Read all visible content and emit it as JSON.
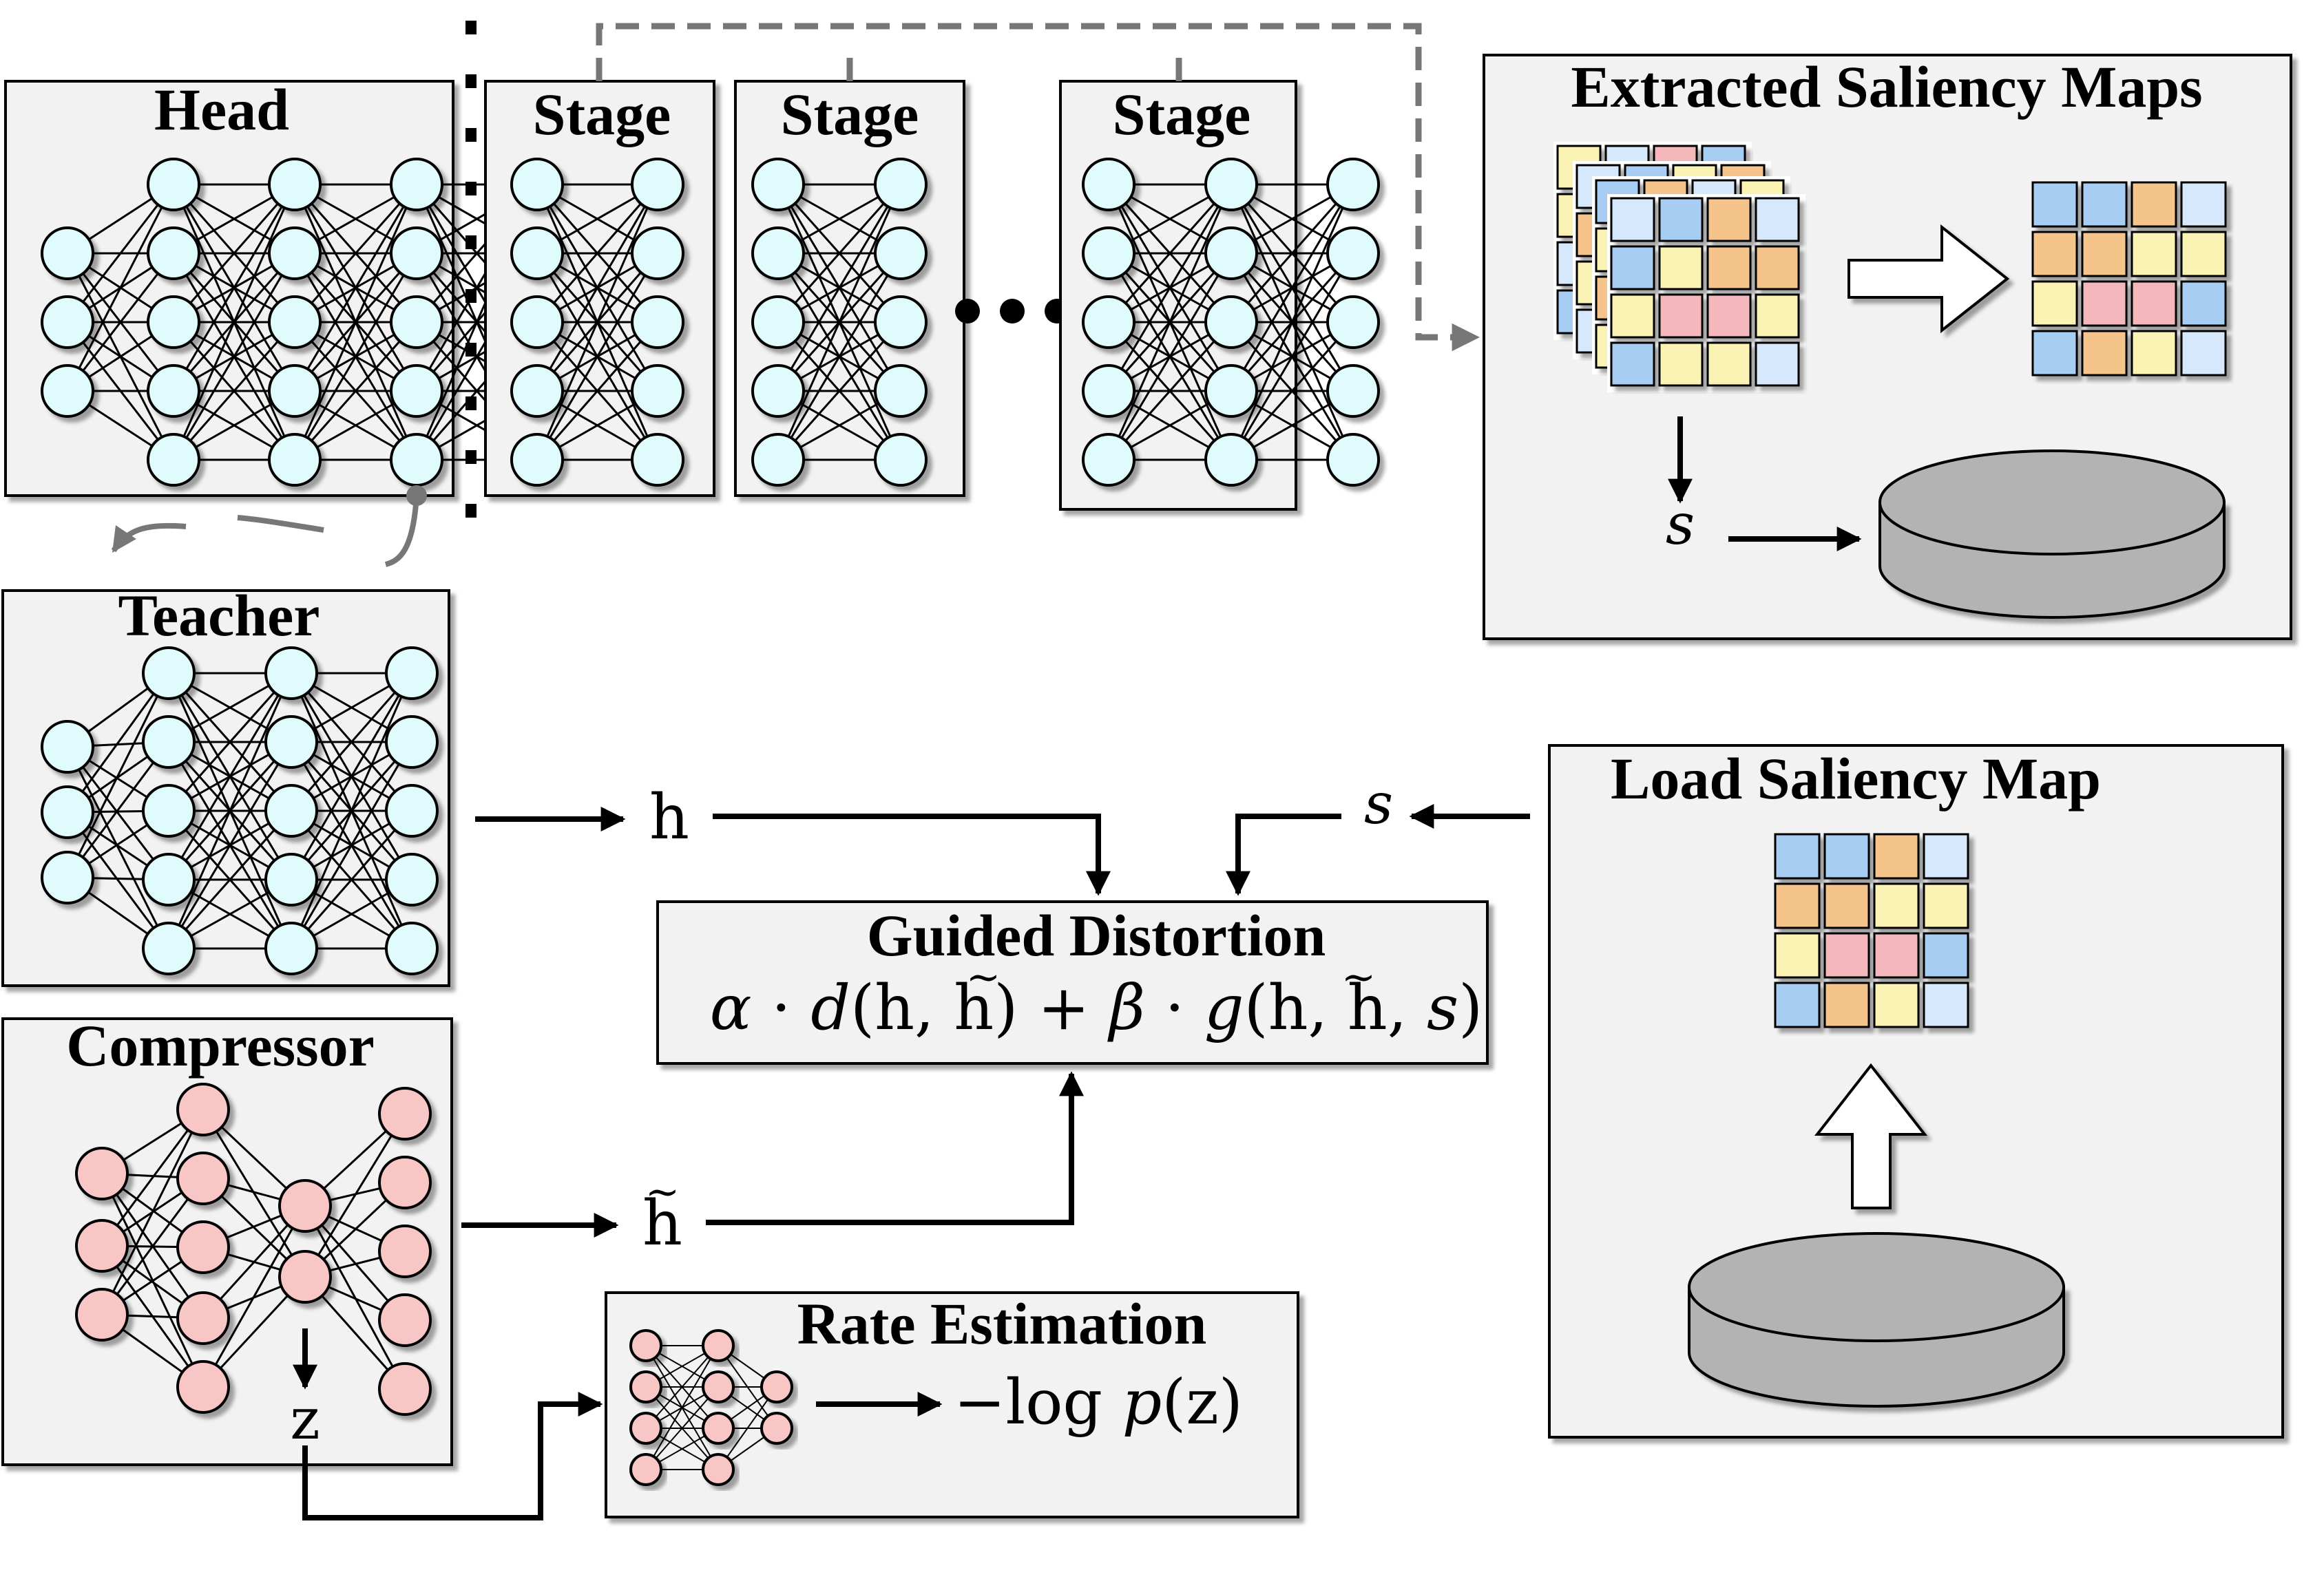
{
  "blocks": {
    "head": "Head",
    "stage1": "Stage",
    "stage2": "Stage",
    "stage3": "Stage",
    "teacher": "Teacher",
    "compressor": "Compressor",
    "extracted": "Extracted Saliency Maps",
    "load": "Load Saliency Map",
    "guided": "Guided Distortion",
    "rate": "Rate Estimation"
  },
  "symbols": {
    "s_top": "s",
    "s_mid": "s",
    "h": "h",
    "h_tilde": "h",
    "tilde": "~",
    "z": "z"
  },
  "formulas": {
    "guided": {
      "alpha": "α",
      "dot1": " · ",
      "d": "d",
      "args1": "(h, h)",
      "plus": " + ",
      "beta": "β",
      "dot2": " · ",
      "g": "g",
      "args2a": "(h, h, ",
      "s": "s",
      "args2b": ")"
    },
    "rate": {
      "neglog": "−log ",
      "p": "p",
      "arg": "(z)"
    }
  },
  "colors": {
    "node_fill": "#e0fbfb",
    "comp_node_fill": "#f9c6c6",
    "box_fill": "#f2f2f2",
    "saliency_blue": "#a8cdf2",
    "saliency_orange": "#f5c48a",
    "saliency_yellow": "#fbf3b4",
    "saliency_pink": "#f4b8bc",
    "saliency_lightblue": "#d6e8fb",
    "disk_fill": "#b3b3b3",
    "dashed_arrow": "#777777"
  }
}
